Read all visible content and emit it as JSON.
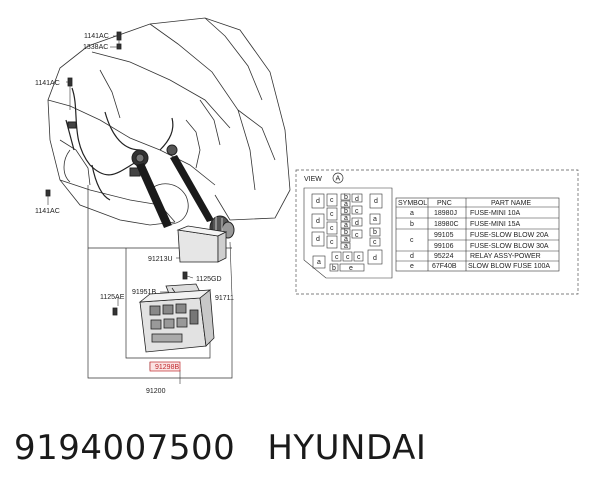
{
  "callouts": {
    "c1141ac_top": "1141AC",
    "c1338ac": "1338AC",
    "c1141ac_left": "1141AC",
    "c1141ac_bottom": "1141AC",
    "c91213u": "91213U",
    "c1125gd": "1125GD",
    "c91951b": "91951B",
    "c1125ae": "1125AE",
    "c91711": "91711",
    "c91298b": "91298B",
    "c91200": "91200"
  },
  "view": {
    "title": "VIEW",
    "letter": "A"
  },
  "fuse_box_labels": {
    "d": "d",
    "c": "c",
    "b": "b",
    "a": "a",
    "e": "e"
  },
  "table": {
    "headers": [
      "SYMBOL",
      "PNC",
      "PART NAME"
    ],
    "rows": [
      [
        "a",
        "18980J",
        "FUSE-MINI 10A"
      ],
      [
        "b",
        "18980C",
        "FUSE-MINI 15A"
      ],
      [
        "",
        "99105",
        "FUSE-SLOW BLOW 20A"
      ],
      [
        "",
        "99106",
        "FUSE-SLOW BLOW 30A"
      ],
      [
        "d",
        "95224",
        "RELAY ASSY-POWER"
      ],
      [
        "e",
        "67F40B",
        "SLOW BLOW FUSE 100A"
      ]
    ],
    "merged_symbol": "c"
  },
  "caption": {
    "part_number": "9194007500",
    "brand": "HYUNDAI"
  }
}
